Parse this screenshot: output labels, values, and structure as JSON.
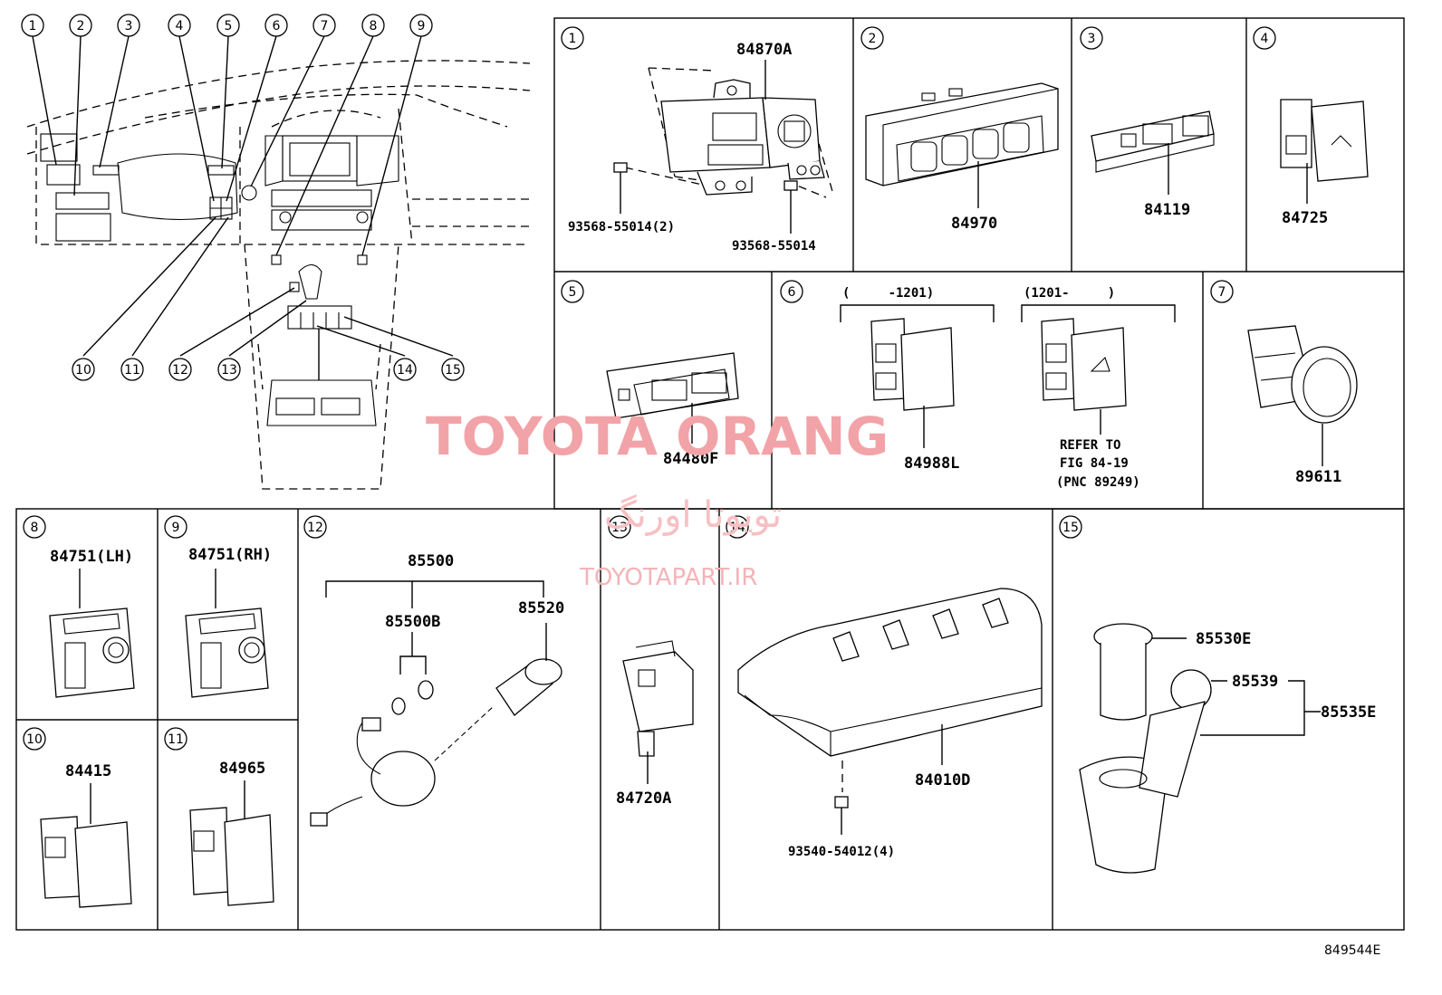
{
  "watermark": {
    "brand": "TOYOTA ORANG",
    "brand_fa": "تویوتا اورنگ",
    "site": "TOYOTAPART.IR"
  },
  "figure_code": "849544E",
  "overview_callouts": [
    "1",
    "2",
    "3",
    "4",
    "5",
    "6",
    "7",
    "8",
    "9",
    "10",
    "11",
    "12",
    "13",
    "14",
    "15"
  ],
  "panels": [
    {
      "num": "1",
      "labels": [
        "84870A",
        "93568-55014(2)",
        "93568-55014"
      ]
    },
    {
      "num": "2",
      "labels": [
        "84970"
      ]
    },
    {
      "num": "3",
      "labels": [
        "84119"
      ]
    },
    {
      "num": "4",
      "labels": [
        "84725"
      ]
    },
    {
      "num": "5",
      "labels": [
        "84480F"
      ]
    },
    {
      "num": "6",
      "labels": [
        "(     -1201)",
        "(1201-     )",
        "84988L",
        "REFER TO",
        "FIG 84-19",
        "(PNC 89249)"
      ]
    },
    {
      "num": "7",
      "labels": [
        "89611"
      ]
    },
    {
      "num": "8",
      "labels": [
        "84751(LH)"
      ]
    },
    {
      "num": "9",
      "labels": [
        "84751(RH)"
      ]
    },
    {
      "num": "10",
      "labels": [
        "84415"
      ]
    },
    {
      "num": "11",
      "labels": [
        "84965"
      ]
    },
    {
      "num": "12",
      "labels": [
        "85500",
        "85500B",
        "85520"
      ]
    },
    {
      "num": "13",
      "labels": [
        "84720A"
      ]
    },
    {
      "num": "14",
      "labels": [
        "84010D",
        "93540-54012(4)"
      ]
    },
    {
      "num": "15",
      "labels": [
        "85530E",
        "85539",
        "85535E"
      ]
    }
  ]
}
